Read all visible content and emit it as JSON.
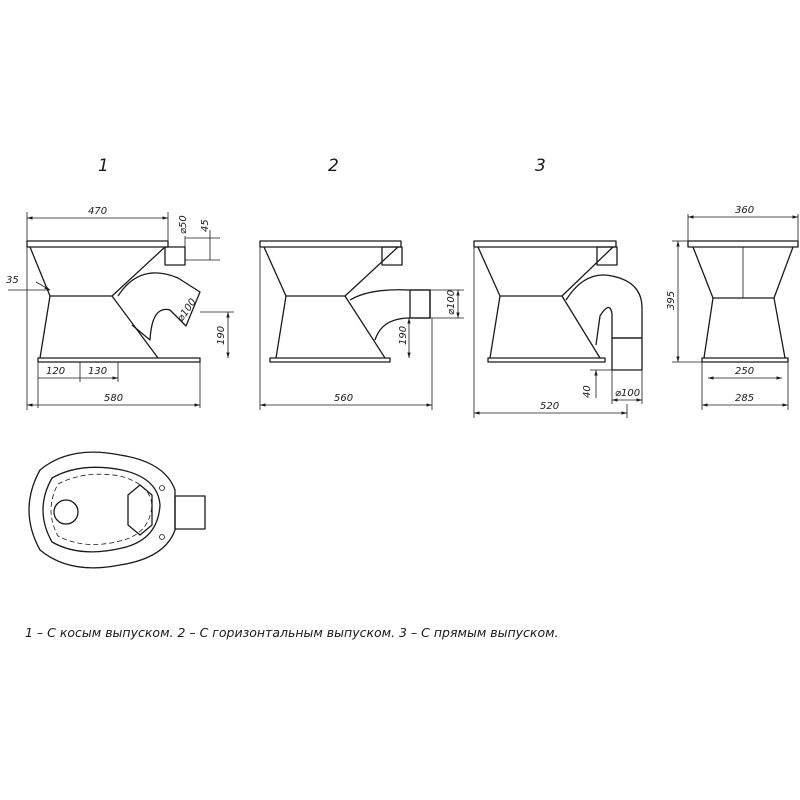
{
  "views": [
    {
      "label": "1",
      "dims": {
        "top_width": "470",
        "pipe_dia_small": "⌀50",
        "top_offset": "45",
        "side_offset": "35",
        "outlet_dia": "⌀100",
        "outlet_height": "190",
        "base_a": "120",
        "base_b": "130",
        "total": "580"
      }
    },
    {
      "label": "2",
      "dims": {
        "outlet_dia": "⌀100",
        "outlet_height": "190",
        "total": "560"
      }
    },
    {
      "label": "3",
      "dims": {
        "outlet_height": "40",
        "outlet_dia": "⌀100",
        "total": "520"
      }
    },
    {
      "label": "",
      "dims": {
        "top_width": "360",
        "height": "395",
        "base_inner": "250",
        "base_outer": "285"
      }
    }
  ],
  "caption": "1 – С косым выпуском. 2 – С горизонтальным выпуском. 3 – С прямым выпуском."
}
